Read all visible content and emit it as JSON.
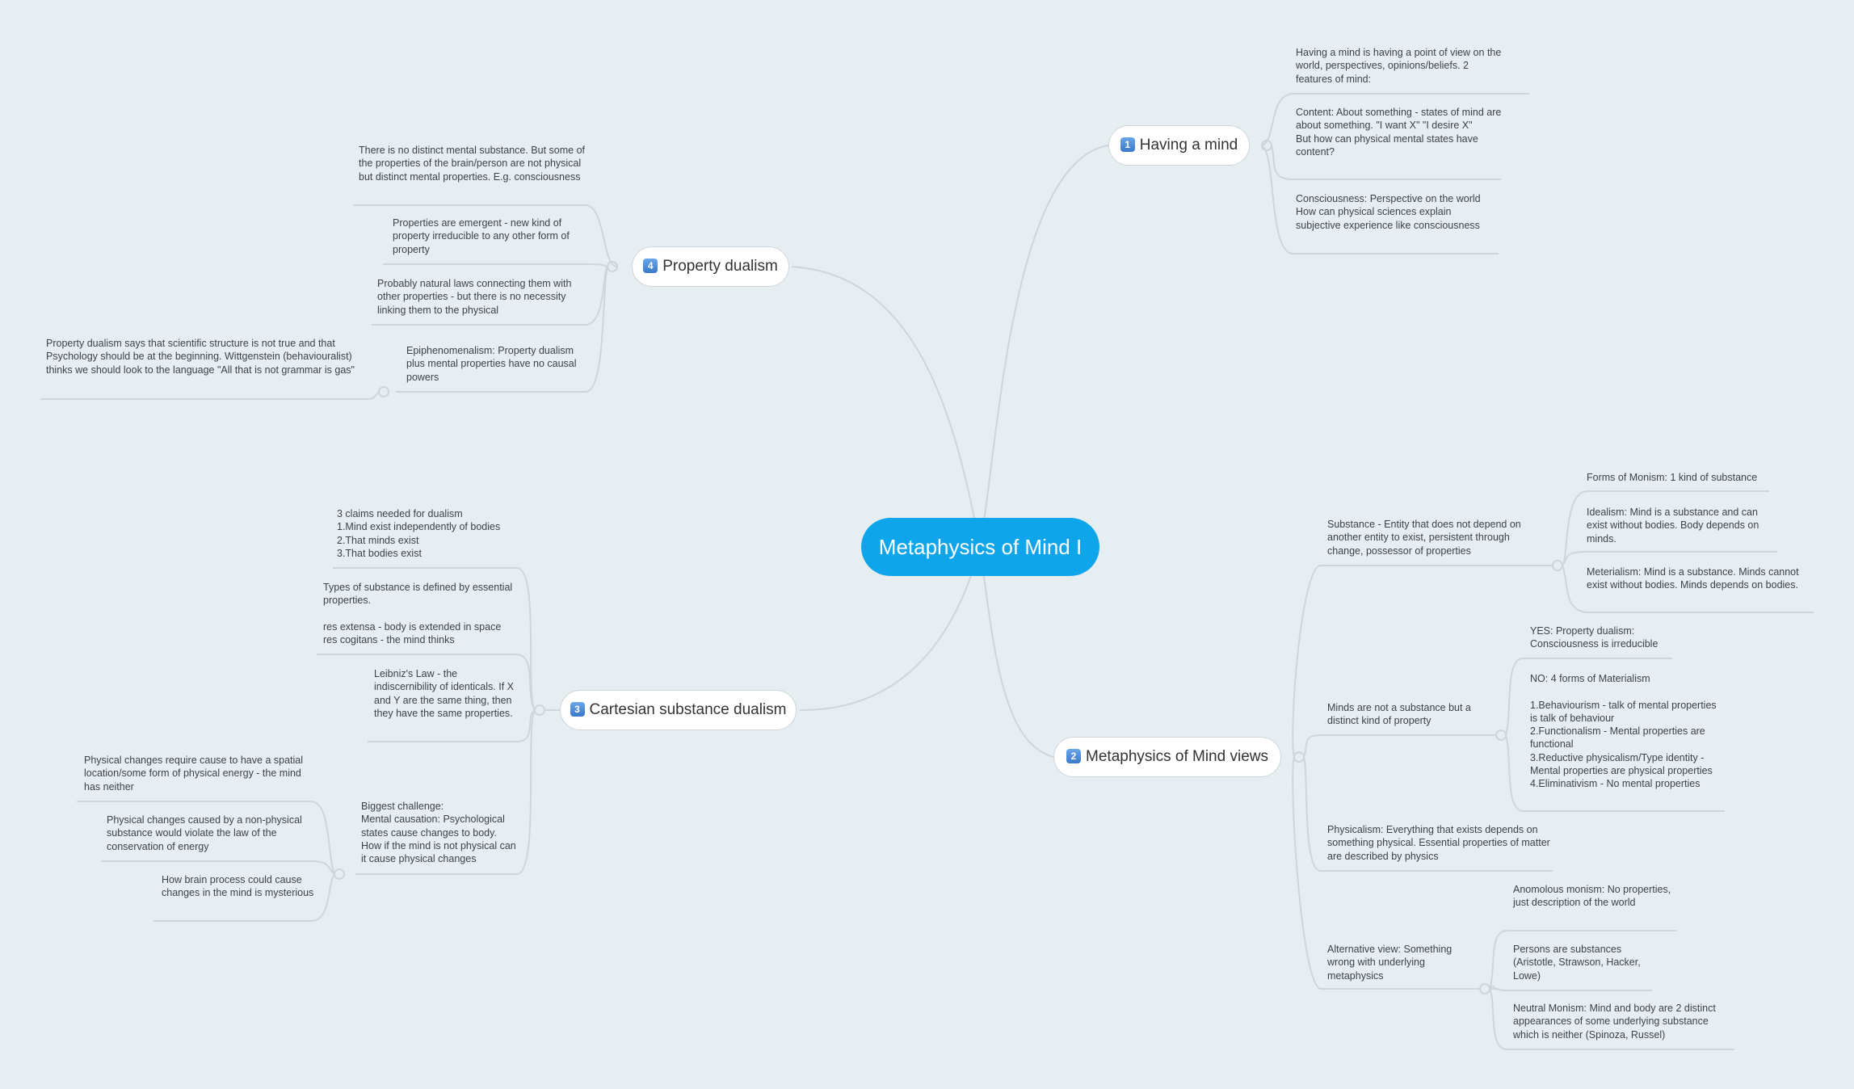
{
  "central": "Metaphysics of Mind I",
  "branches": {
    "having": {
      "badge": "1",
      "label": "Having a mind",
      "notes": [
        "Having a mind is having a point of view on the world, perspectives, opinions/beliefs. 2 features of mind:",
        "Content: About something - states of mind are about something. \"I want X\" \"I desire X\"\nBut how can physical mental states have content?",
        "Consciousness: Perspective on the world\nHow can physical sciences explain subjective experience like consciousness"
      ]
    },
    "property": {
      "badge": "4",
      "label": "Property dualism",
      "notes": [
        "There is no distinct mental substance. But some of the properties of the brain/person are not physical but distinct mental properties. E.g. consciousness",
        "Properties are emergent - new kind of property irreducible to any other form of property",
        "Probably natural laws connecting them with other properties  - but there is no necessity linking them to the physical",
        "Epiphenomenalism: Property dualism plus mental properties have no causal powers"
      ],
      "sub": "Property dualism says that scientific structure is not true and that Psychology should be at the beginning. Wittgenstein (behaviouralist) thinks we should look to the language \"All that is not grammar is gas\""
    },
    "cartesian": {
      "badge": "3",
      "label": "Cartesian substance dualism",
      "notes": [
        "3 claims needed for dualism\n1.Mind exist independently of bodies\n2.That minds exist\n3.That bodies exist",
        "Types of substance is defined by essential properties.\n\nres extensa - body is extended in space\nres cogitans - the mind thinks",
        "Leibniz's Law - the indiscernibility of identicals. If X and Y are the same thing, then they have the same properties.",
        "Biggest challenge:\nMental causation: Psychological states cause changes to body. How if the mind is not physical can it cause physical changes"
      ],
      "sub": [
        "Physical changes require cause to have a spatial location/some form of physical energy - the mind has neither",
        "Physical changes caused by a non-physical substance would violate the law of the conservation of energy",
        "How brain process could cause changes in the mind is mysterious"
      ]
    },
    "views": {
      "badge": "2",
      "label": "Metaphysics of Mind views",
      "substance": "Substance - Entity that does not depend on another entity to exist, persistent through change, possessor of properties",
      "substance_sub": [
        "Forms of Monism: 1 kind of substance",
        "Idealism: Mind is a substance and can exist without bodies. Body depends on minds.",
        "Meterialism: Mind is a substance. Minds cannot exist without bodies. Minds depends on bodies."
      ],
      "property": "Minds are not a substance but a distinct kind of property",
      "property_sub": [
        "YES: Property dualism: Consciousness is irreducible",
        "NO: 4 forms of Materialism\n\n1.Behaviourism - talk of mental properties is talk of behaviour\n2.Functionalism - Mental properties are functional\n3.Reductive physicalism/Type identity - Mental properties are physical properties\n4.Eliminativism - No mental properties"
      ],
      "physicalism": "Physicalism: Everything that exists depends on something physical. Essential properties of matter are described by physics",
      "alternative": "Alternative view: Something wrong with underlying metaphysics",
      "alternative_sub": [
        "Anomolous monism: No properties, just description of the world",
        "Persons are substances (Aristotle, Strawson, Hacker, Lowe)",
        "Neutral Monism: Mind and body are 2 distinct appearances of some underlying substance which is neither (Spinoza, Russel)"
      ]
    }
  },
  "colors": {
    "background": "#e7eef2",
    "central": "#0ea5ea",
    "line": "#cdd6dc"
  }
}
